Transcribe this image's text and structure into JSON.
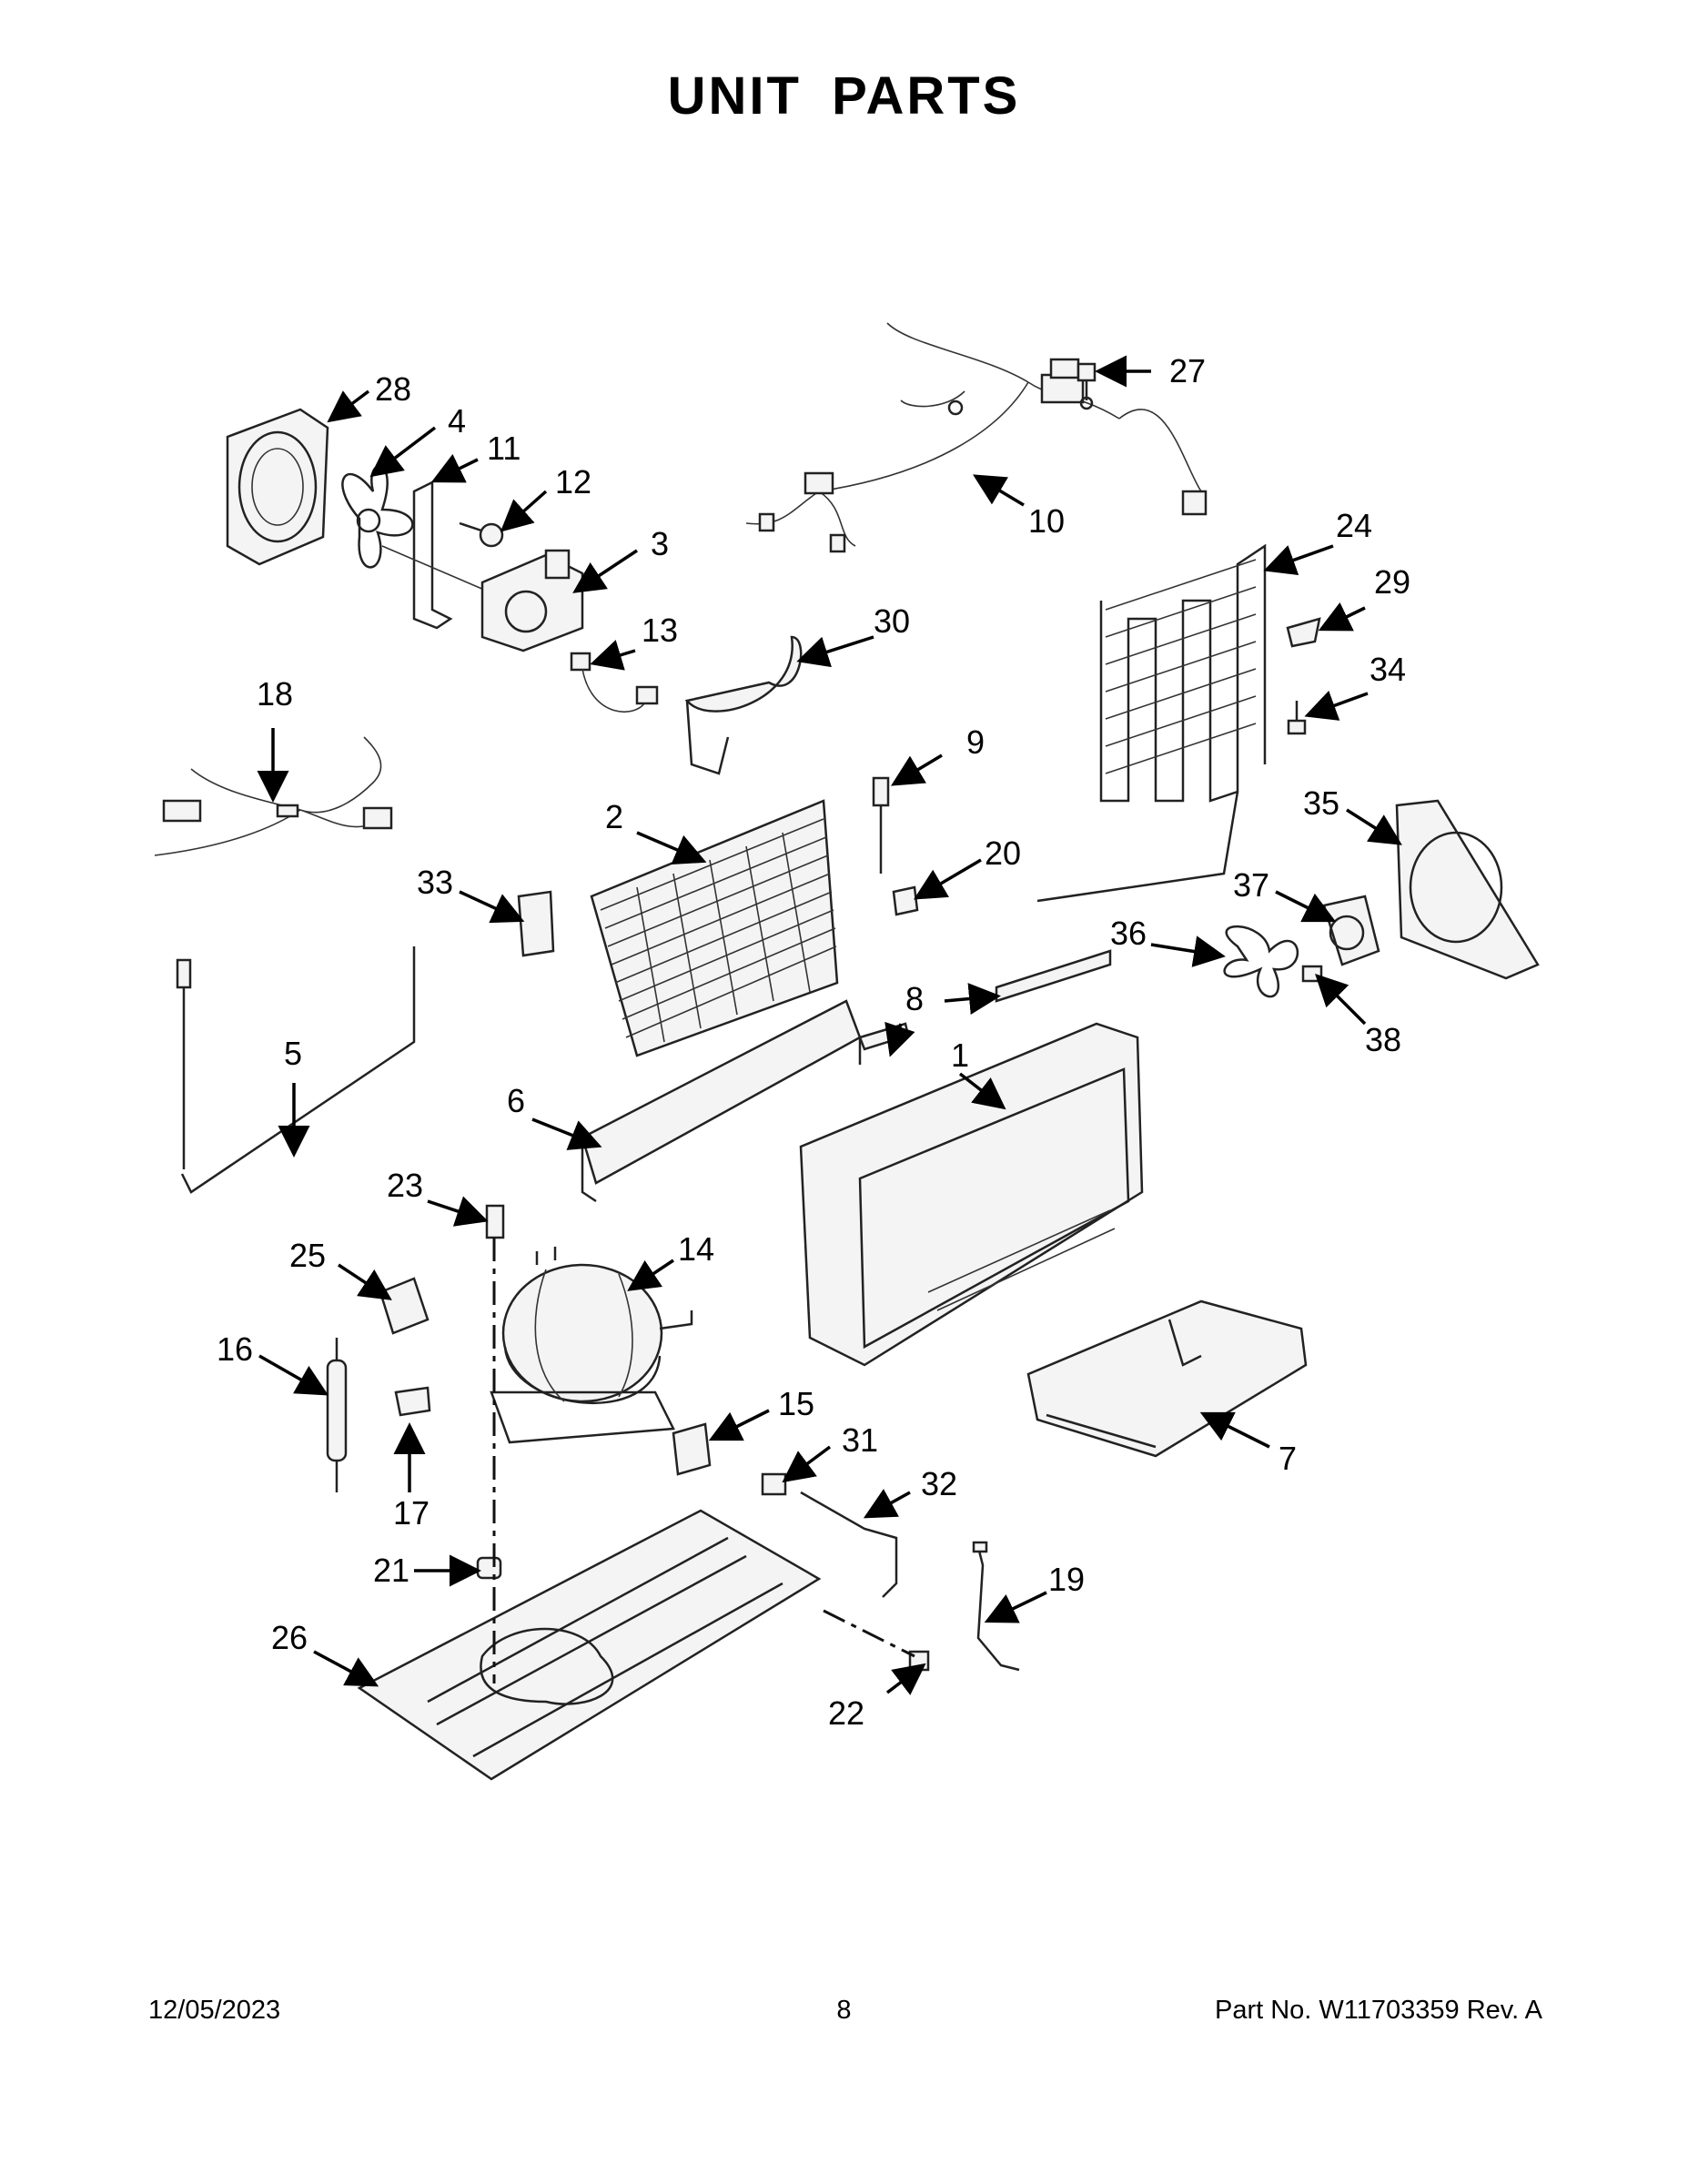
{
  "title": "UNIT  PARTS",
  "footer": {
    "date": "12/05/2023",
    "page": "8",
    "part_number": "Part No.  W11703359  Rev.  A"
  },
  "callouts": [
    "28",
    "4",
    "11",
    "12",
    "3",
    "13",
    "27",
    "10",
    "24",
    "29",
    "34",
    "30",
    "18",
    "9",
    "2",
    "20",
    "33",
    "35",
    "37",
    "36",
    "38",
    "8",
    "1",
    "5",
    "6",
    "23",
    "14",
    "25",
    "16",
    "15",
    "31",
    "17",
    "32",
    "21",
    "19",
    "26",
    "22",
    "7"
  ]
}
